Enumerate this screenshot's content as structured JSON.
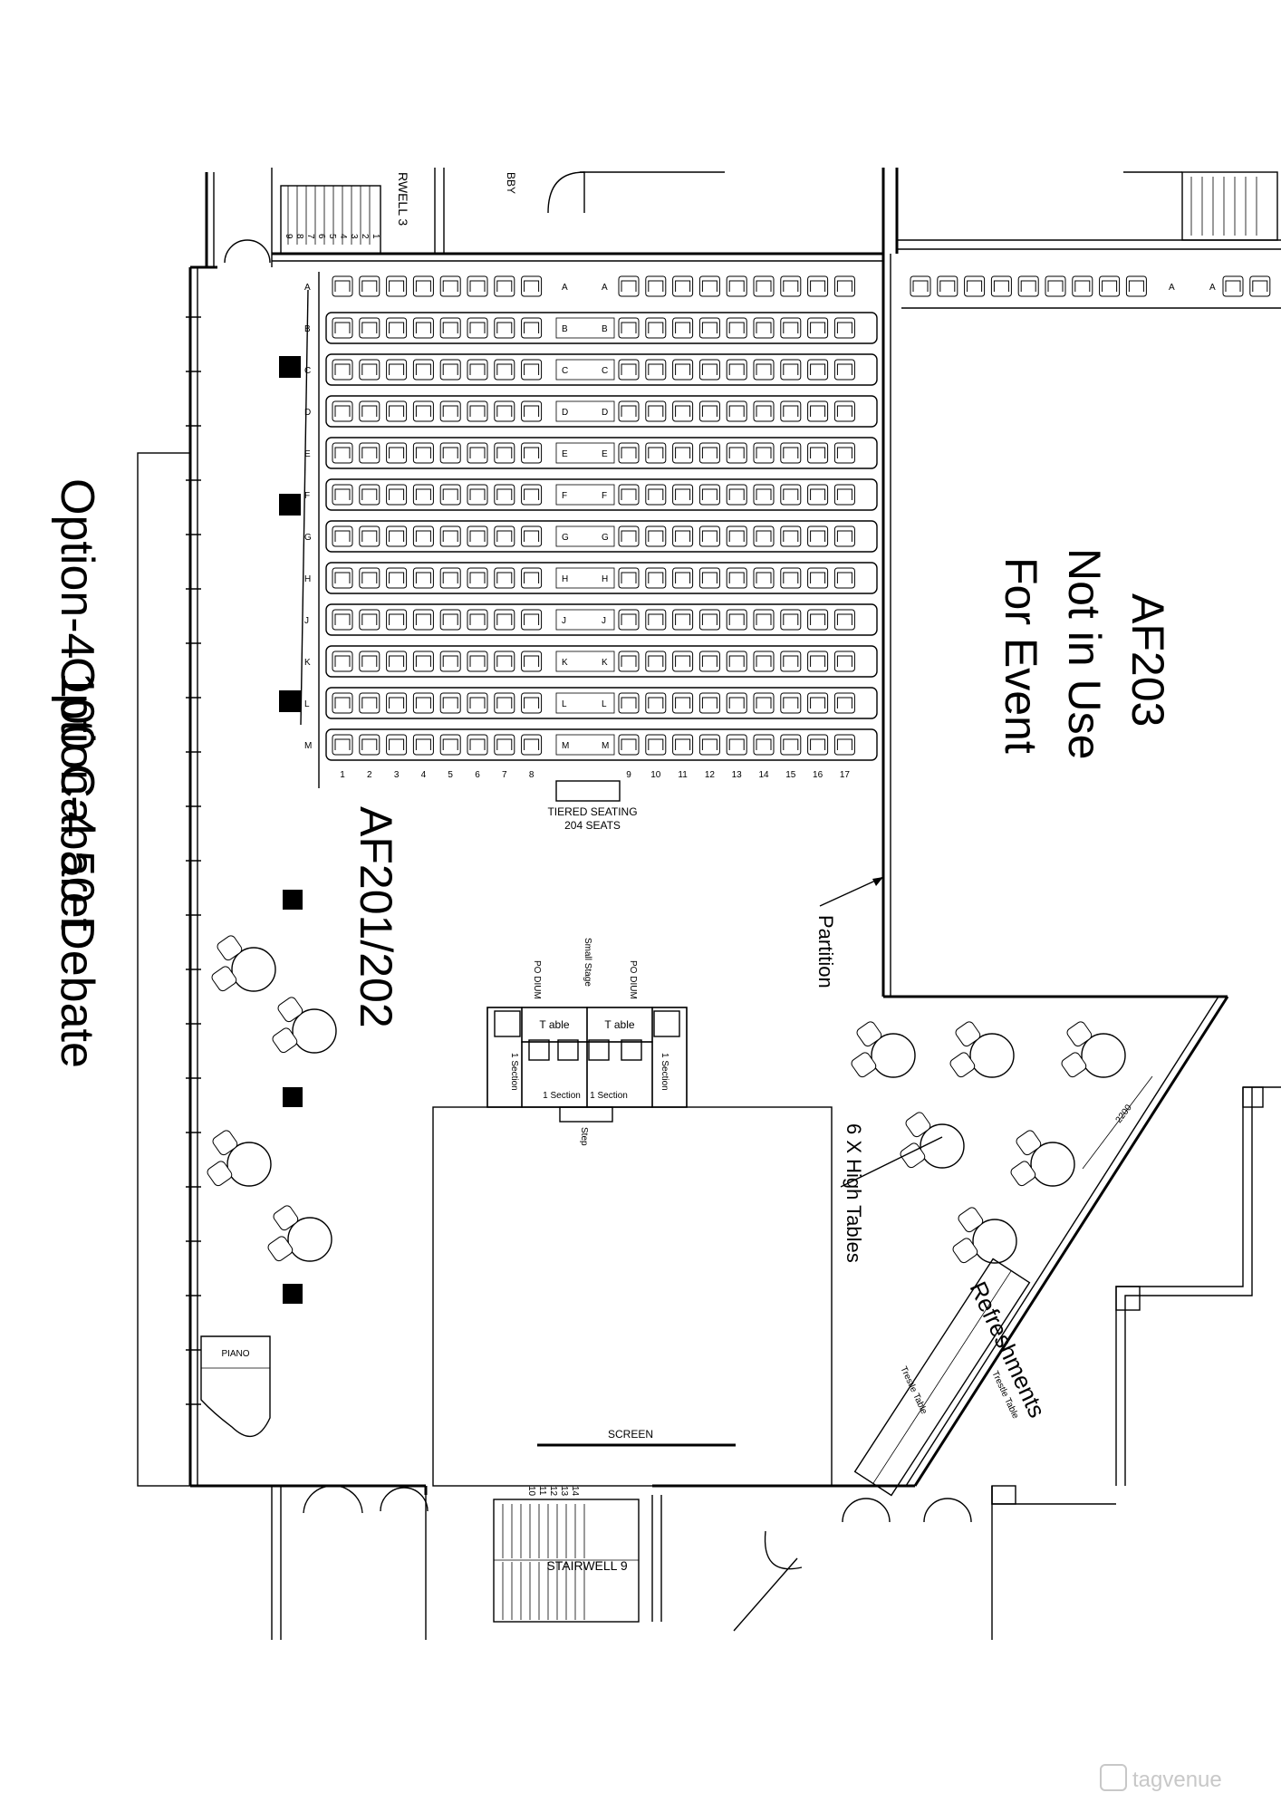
{
  "title": "Option-4 100 Cabaret",
  "title_overlay": "Option-4 50 Debate",
  "room_main": "AF201/202",
  "room_closed": {
    "line1": "AF203",
    "line2": "Not in Use",
    "line3": "For Event"
  },
  "seating": {
    "rows": [
      "A",
      "B",
      "C",
      "D",
      "E",
      "F",
      "G",
      "H",
      "J",
      "K",
      "L",
      "M"
    ],
    "seat_numbers_left": [
      "1",
      "2",
      "3",
      "4",
      "5",
      "6",
      "7",
      "8"
    ],
    "seat_numbers_right": [
      "9",
      "10",
      "11",
      "12",
      "13",
      "14",
      "15",
      "16",
      "17"
    ],
    "caption_line1": "TIERED SEATING",
    "caption_line2": "204 SEATS"
  },
  "stage": {
    "small_stage": "Small Stage",
    "podium_left": "PO DIUM",
    "podium_right": "PO DIUM",
    "table_left": "T able",
    "table_right": "T able",
    "section_left": "1 Section",
    "section_right": "1 Section",
    "section_mid_left": "1 Section",
    "section_mid_right": "1 Section",
    "step": "Step",
    "screen": "SCREEN"
  },
  "annotations": {
    "partition": "Partition",
    "high_tables": "6 X High Tables",
    "refreshments": "Refreshments",
    "trestle_a": "Trestle Table",
    "trestle_b": "Trestle Table",
    "dimension": "2200",
    "piano": "PIANO",
    "stairwell_9": "STAIRWELL 9",
    "stairwell_3": "RWELL 3",
    "lobby": "BBY",
    "stair_steps_9": [
      "10",
      "11",
      "12",
      "13",
      "14"
    ],
    "stair_steps_3": [
      "9",
      "8",
      "7",
      "6",
      "5",
      "4",
      "3",
      "2",
      "1"
    ]
  },
  "watermark": "tagvenue"
}
